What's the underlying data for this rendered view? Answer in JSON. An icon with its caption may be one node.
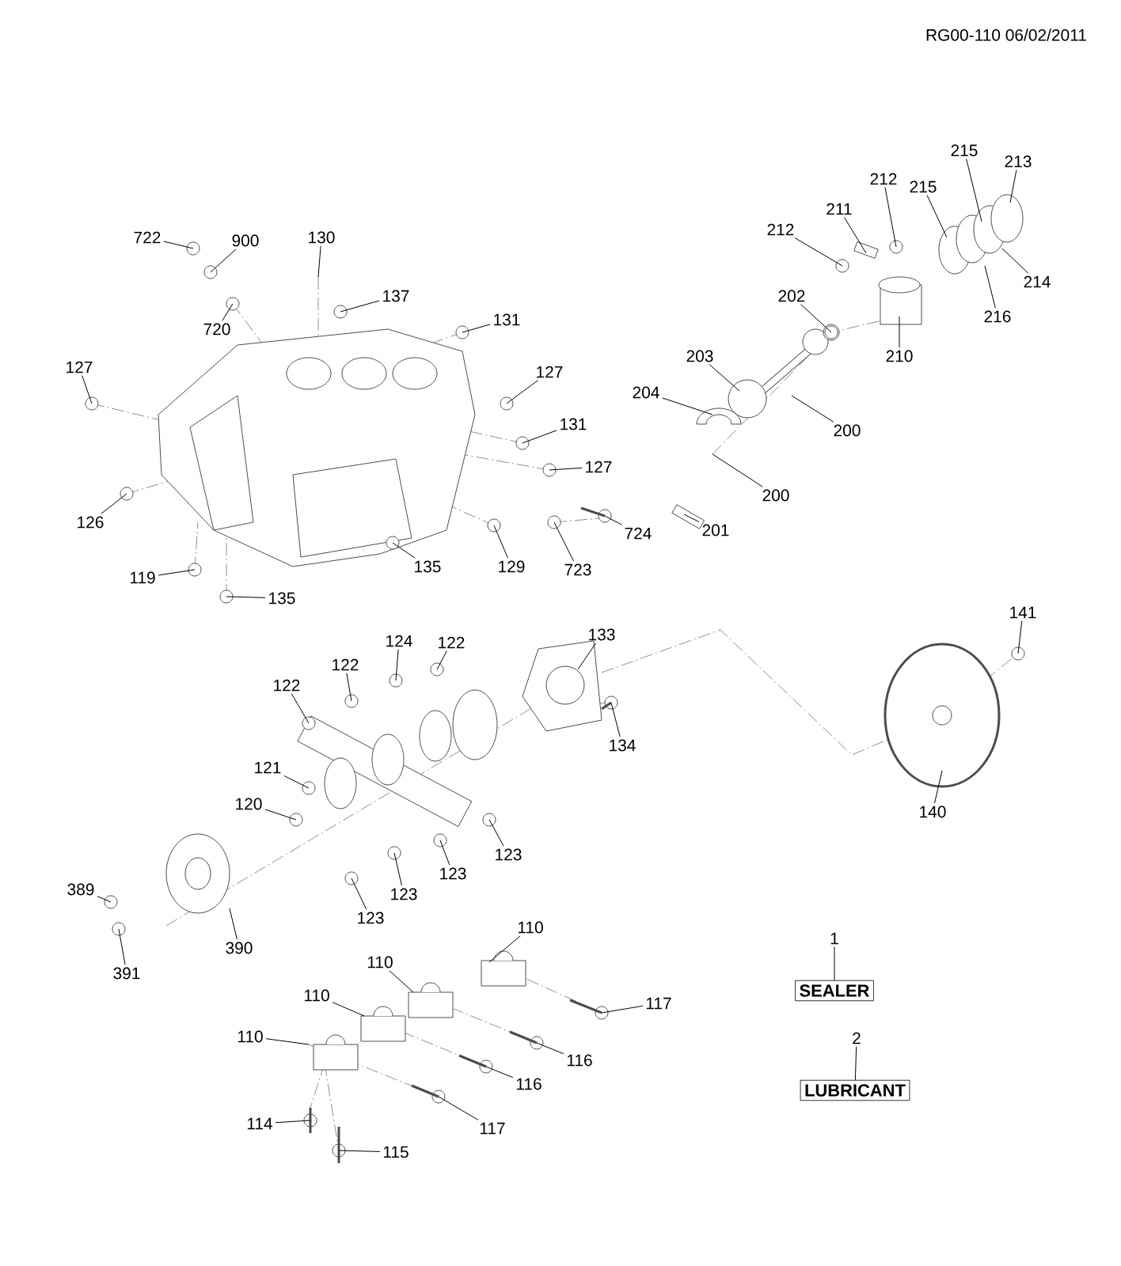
{
  "diagram": {
    "nodes": [
      {
        "text": [
          "215"
        ]
      },
      {
        "text": [
          "213"
        ]
      },
      {
        "text": [
          "212"
        ]
      },
      {
        "text": [
          "211"
        ]
      },
      {
        "text": [
          "215"
        ]
      },
      {
        "text": [
          "212"
        ]
      },
      {
        "text": [
          "722"
        ]
      },
      {
        "text": [
          "130"
        ]
      },
      {
        "text": [
          "900"
        ]
      },
      {
        "text": [
          "214"
        ]
      },
      {
        "text": [
          "137"
        ]
      },
      {
        "text": [
          "202"
        ]
      },
      {
        "text": [
          "131"
        ]
      },
      {
        "text": [
          "216"
        ]
      },
      {
        "text": [
          "720"
        ]
      },
      {
        "text": [
          "203"
        ]
      },
      {
        "text": [
          "210"
        ]
      },
      {
        "text": [
          "127"
        ]
      },
      {
        "text": [
          "127"
        ]
      },
      {
        "text": [
          "204"
        ]
      },
      {
        "text": [
          "131"
        ]
      },
      {
        "text": [
          "200"
        ]
      },
      {
        "text": [
          "127"
        ]
      },
      {
        "text": [
          "200"
        ]
      },
      {
        "text": [
          "126"
        ]
      },
      {
        "text": [
          "201"
        ]
      },
      {
        "text": [
          "724"
        ]
      },
      {
        "text": [
          "129"
        ]
      },
      {
        "text": [
          "723"
        ]
      },
      {
        "text": [
          "135"
        ]
      },
      {
        "text": [
          "119"
        ]
      },
      {
        "text": [
          "135"
        ]
      },
      {
        "text": [
          "141"
        ]
      },
      {
        "text": [
          "133"
        ]
      },
      {
        "text": [
          "124"
        ]
      },
      {
        "text": [
          "122"
        ]
      },
      {
        "text": [
          "122"
        ]
      },
      {
        "text": [
          "122"
        ]
      },
      {
        "text": [
          "134"
        ]
      },
      {
        "text": [
          "121"
        ]
      },
      {
        "text": [
          "120"
        ]
      },
      {
        "text": [
          "140"
        ]
      },
      {
        "text": [
          "123"
        ]
      },
      {
        "text": [
          "123"
        ]
      },
      {
        "text": [
          "389"
        ]
      },
      {
        "text": [
          "123"
        ]
      },
      {
        "text": [
          "123"
        ]
      },
      {
        "text": [
          "110"
        ]
      },
      {
        "text": [
          "1"
        ]
      },
      {
        "text": [
          "390"
        ]
      },
      {
        "text": [
          "110"
        ]
      },
      {
        "text": [
          "391"
        ]
      },
      {
        "text": [
          "SEALER"
        ]
      },
      {
        "text": [
          "110"
        ]
      },
      {
        "text": [
          "117"
        ]
      },
      {
        "text": [
          "110"
        ]
      },
      {
        "text": [
          "2"
        ]
      },
      {
        "text": [
          "116"
        ]
      },
      {
        "text": [
          "116"
        ]
      },
      {
        "text": [
          "LUBRICANT"
        ]
      },
      {
        "text": [
          "114"
        ]
      },
      {
        "text": [
          "117"
        ]
      },
      {
        "text": [
          "115"
        ]
      }
    ],
    "edges": [
      {
        "from": 0,
        "to": null,
        "arrow": "none"
      },
      {
        "from": 1,
        "to": null,
        "arrow": "none"
      },
      {
        "from": 2,
        "to": null,
        "arrow": "none"
      },
      {
        "from": 3,
        "to": null,
        "arrow": "none"
      },
      {
        "from": 4,
        "to": null,
        "arrow": "none"
      },
      {
        "from": 5,
        "to": null,
        "arrow": "none"
      },
      {
        "from": 6,
        "to": null,
        "arrow": "none"
      },
      {
        "from": 7,
        "to": null,
        "arrow": "none"
      },
      {
        "from": 8,
        "to": null,
        "arrow": "none"
      },
      {
        "from": 9,
        "to": null,
        "arrow": "none"
      },
      {
        "from": 10,
        "to": null,
        "arrow": "none"
      },
      {
        "from": 11,
        "to": null,
        "arrow": "none"
      },
      {
        "from": 12,
        "to": null,
        "arrow": "none"
      },
      {
        "from": 13,
        "to": null,
        "arrow": "none"
      },
      {
        "from": 14,
        "to": null,
        "arrow": "none"
      },
      {
        "from": 15,
        "to": null,
        "arrow": "none"
      },
      {
        "from": 16,
        "to": null,
        "arrow": "none"
      },
      {
        "from": 17,
        "to": null,
        "arrow": "none"
      },
      {
        "from": 18,
        "to": null,
        "arrow": "none"
      },
      {
        "from": 19,
        "to": null,
        "arrow": "none"
      },
      {
        "from": 20,
        "to": null,
        "arrow": "none"
      },
      {
        "from": 21,
        "to": null,
        "arrow": "none"
      },
      {
        "from": 22,
        "to": null,
        "arrow": "none"
      },
      {
        "from": 23,
        "to": null,
        "arrow": "none"
      },
      {
        "from": 24,
        "to": null,
        "arrow": "none"
      },
      {
        "from": 25,
        "to": null,
        "arrow": "none"
      },
      {
        "from": 26,
        "to": null,
        "arrow": "none"
      },
      {
        "from": 27,
        "to": null,
        "arrow": "none"
      },
      {
        "from": 28,
        "to": null,
        "arrow": "none"
      },
      {
        "from": 29,
        "to": null,
        "arrow": "none"
      },
      {
        "from": 30,
        "to": null,
        "arrow": "none"
      },
      {
        "from": 31,
        "to": null,
        "arrow": "none"
      },
      {
        "from": 32,
        "to": null,
        "arrow": "none"
      },
      {
        "from": 33,
        "to": null,
        "arrow": "none"
      },
      {
        "from": 34,
        "to": null,
        "arrow": "none"
      },
      {
        "from": 35,
        "to": null,
        "arrow": "none"
      },
      {
        "from": 36,
        "to": null,
        "arrow": "none"
      },
      {
        "from": 37,
        "to": null,
        "arrow": "none"
      },
      {
        "from": 38,
        "to": null,
        "arrow": "none"
      },
      {
        "from": 39,
        "to": null,
        "arrow": "none"
      },
      {
        "from": 40,
        "to": null,
        "arrow": "none"
      },
      {
        "from": 41,
        "to": null,
        "arrow": "none"
      },
      {
        "from": 42,
        "to": null,
        "arrow": "none"
      },
      {
        "from": 43,
        "to": null,
        "arrow": "none"
      },
      {
        "from": 44,
        "to": null,
        "arrow": "none"
      },
      {
        "from": 45,
        "to": null,
        "arrow": "none"
      },
      {
        "from": 46,
        "to": null,
        "arrow": "none"
      },
      {
        "from": 47,
        "to": null,
        "arrow": "none"
      },
      {
        "from": 49,
        "to": null,
        "arrow": "none"
      },
      {
        "from": 50,
        "to": null,
        "arrow": "none"
      },
      {
        "from": 51,
        "to": null,
        "arrow": "none"
      },
      {
        "from": 53,
        "to": null,
        "arrow": "none"
      },
      {
        "from": 54,
        "to": null,
        "arrow": "none"
      },
      {
        "from": 55,
        "to": null,
        "arrow": "none"
      },
      {
        "from": 57,
        "to": null,
        "arrow": "none"
      },
      {
        "from": 58,
        "to": null,
        "arrow": "none"
      },
      {
        "from": 60,
        "to": null,
        "arrow": "none"
      },
      {
        "from": 61,
        "to": null,
        "arrow": "none"
      },
      {
        "from": 62,
        "to": null,
        "arrow": "none"
      },
      {
        "from": 48,
        "to": 52,
        "arrow": "none"
      },
      {
        "from": 56,
        "to": 59,
        "arrow": "none"
      }
    ],
    "labels": [
      "RG00-110 06/02/2011"
    ]
  }
}
